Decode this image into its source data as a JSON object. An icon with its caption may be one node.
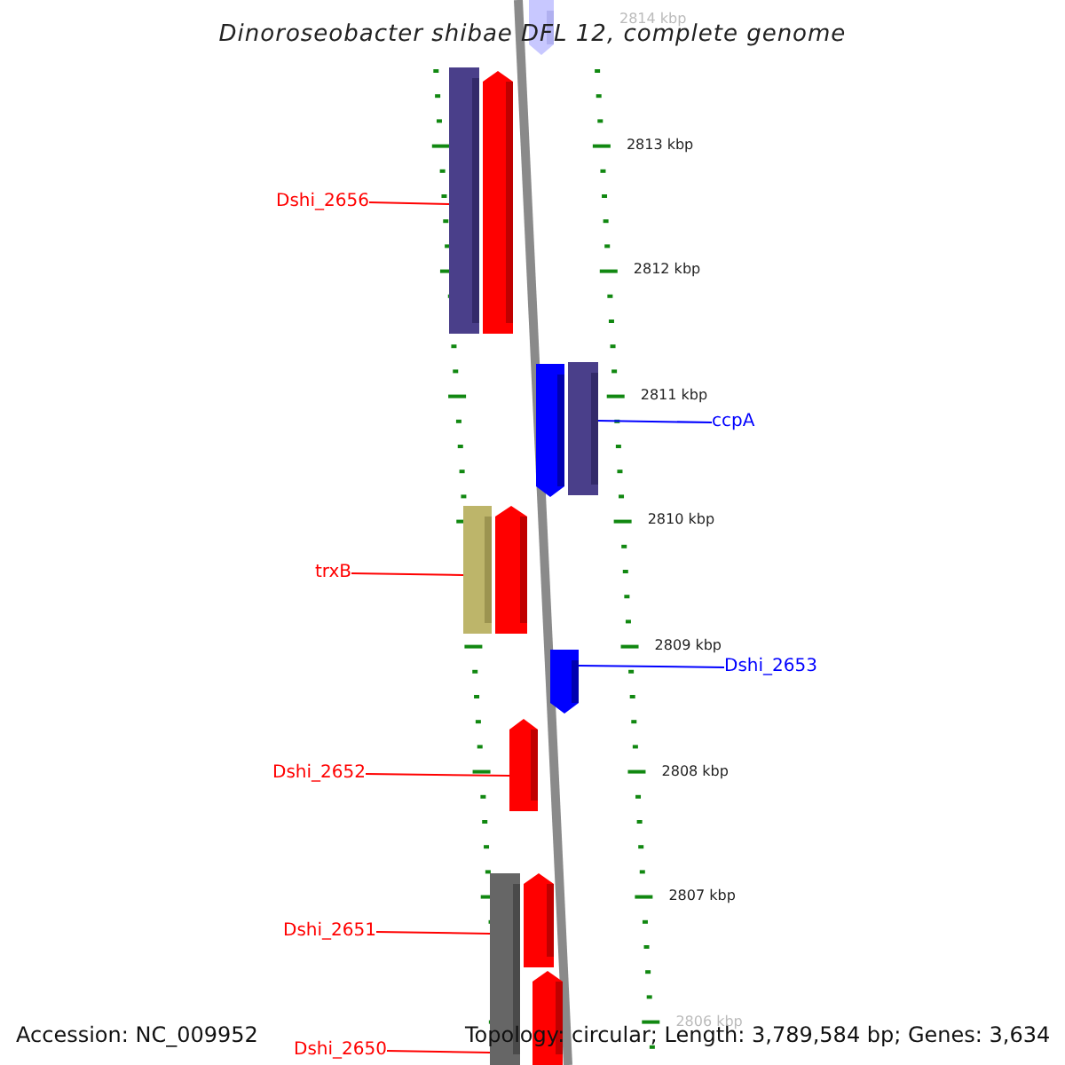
{
  "diagram": {
    "title": "Dinoroseobacter shibae DFL 12, complete genome",
    "nodes": [
      {
        "text": [],
        "shape": "bar"
      },
      {
        "text": [],
        "shape": "bar"
      },
      {
        "text": [],
        "shape": "bar"
      },
      {
        "text": [
          "Dshi_2656"
        ]
      },
      {
        "text": [],
        "shape": "bar"
      },
      {
        "text": [],
        "shape": "bar"
      },
      {
        "text": [
          "ccpA"
        ]
      },
      {
        "text": [],
        "shape": "bar"
      },
      {
        "text": [],
        "shape": "bar"
      },
      {
        "text": [
          "trxB"
        ]
      },
      {
        "text": [],
        "shape": "bar"
      },
      {
        "text": [
          "Dshi_2653"
        ]
      },
      {
        "text": [],
        "shape": "bar"
      },
      {
        "text": [
          "Dshi_2652"
        ]
      },
      {
        "text": [],
        "shape": "bar"
      },
      {
        "text": [],
        "shape": "bar"
      },
      {
        "text": [
          "Dshi_2651"
        ]
      },
      {
        "text": [],
        "shape": "bar"
      },
      {
        "text": [
          "Dshi_2650"
        ]
      }
    ],
    "edges": [
      {
        "from": 3,
        "to": 1,
        "arrow": "none"
      },
      {
        "from": 6,
        "to": 5,
        "arrow": "none",
        "color": "#0000ff"
      },
      {
        "from": 9,
        "to": 7,
        "arrow": "none"
      },
      {
        "from": 11,
        "to": 10,
        "arrow": "none",
        "color": "#0000ff"
      },
      {
        "from": 13,
        "to": 12,
        "arrow": "none"
      },
      {
        "from": 16,
        "to": 14,
        "arrow": "none"
      },
      {
        "from": 18,
        "to": 14,
        "arrow": "none"
      }
    ],
    "labels": [
      "2814 kbp",
      "2813 kbp",
      "2812 kbp",
      "2811 kbp",
      "2810 kbp",
      "2809 kbp",
      "2808 kbp",
      "2807 kbp",
      "2806 kbp",
      "Accession: NC_009952",
      "Topology: circular; Length: 3,789,584 bp; Genes: 3,634"
    ]
  }
}
